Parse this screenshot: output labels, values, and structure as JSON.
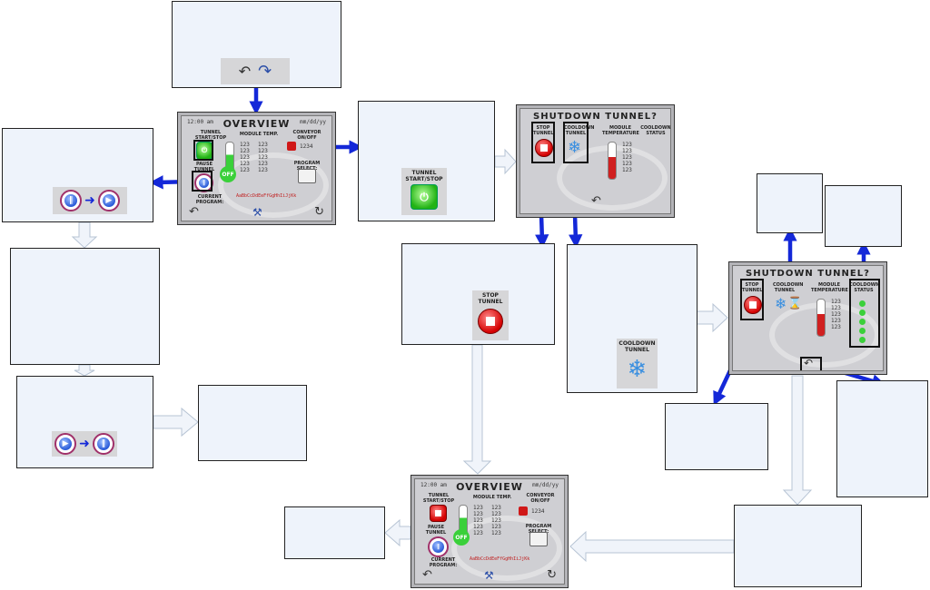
{
  "screens": {
    "overview": {
      "title": "OVERVIEW",
      "time": "12:00 am",
      "date": "mm/dd/yy",
      "tunnel_start_stop": "TUNNEL START/STOP",
      "module_temp": "MODULE TEMP.",
      "conveyor": "CONVEYOR ON/OFF",
      "pause_tunnel": "PAUSE TUNNEL",
      "program_select": "PROGRAM SELECT:",
      "current_program": "CURRENT PROGRAM:",
      "program_name": "AaBbCcDdEeFfGgHhIiJjKk",
      "off": "OFF",
      "conveyor_value": "1234",
      "temps": [
        "123",
        "123",
        "123",
        "123",
        "123",
        "123",
        "123",
        "123",
        "123",
        "123"
      ]
    },
    "shutdown": {
      "title": "SHUTDOWN TUNNEL?",
      "stop_tunnel": "STOP TUNNEL",
      "cooldown_tunnel": "COOLDOWN TUNNEL",
      "module_temperature": "MODULE TEMPERATURE",
      "cooldown_status": "COOLDOWN STATUS",
      "temps": [
        "123",
        "123",
        "123",
        "123",
        "123"
      ]
    }
  },
  "callouts": {
    "tunnel_start_stop": "TUNNEL START/STOP",
    "stop_tunnel": "STOP TUNNEL",
    "cooldown_tunnel": "COOLDOWN TUNNEL"
  },
  "colors": {
    "blue_arrow": "#1428d8",
    "light_arrow": "#e8eef8",
    "box_fill": "#eef3fb"
  }
}
